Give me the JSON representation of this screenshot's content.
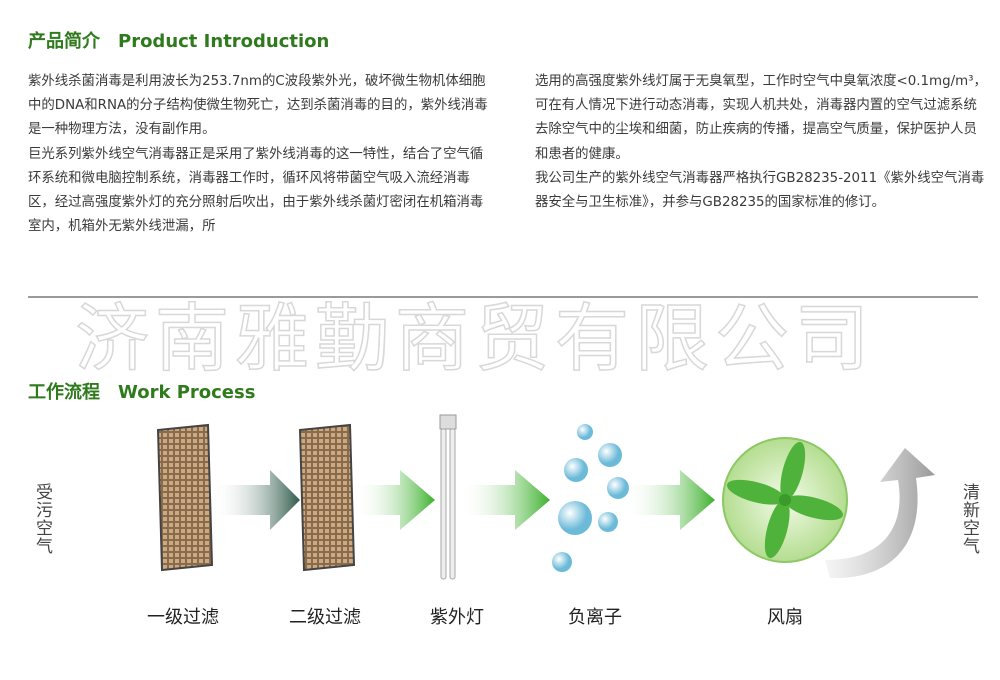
{
  "intro": {
    "title_cn": "产品简介",
    "title_en": "Product Introduction",
    "left_paragraphs": [
      "紫外线杀菌消毒是利用波长为253.7nm的C波段紫外光，破坏微生物机体细胞中的DNA和RNA的分子结构使微生物死亡，达到杀菌消毒的目的，紫外线消毒是一种物理方法，没有副作用。",
      "巨光系列紫外线空气消毒器正是采用了紫外线消毒的这一特性，结合了空气循环系统和微电脑控制系统，消毒器工作时，循环风将带菌空气吸入流经消毒区，经过高强度紫外灯的充分照射后吹出，由于紫外线杀菌灯密闭在机箱消毒室内，机箱外无紫外线泄漏，所"
    ],
    "right_paragraphs": [
      "选用的高强度紫外线灯属于无臭氧型，工作时空气中臭氧浓度<0.1mg/m³，可在有人情况下进行动态消毒，实现人机共处，消毒器内置的空气过滤系统去除空气中的尘埃和细菌，防止疾病的传播，提高空气质量，保护医护人员和患者的健康。",
      "我公司生产的紫外线空气消毒器严格执行GB28235-2011《紫外线空气消毒器安全与卫生标准》，并参与GB28235的国家标准的修订。"
    ]
  },
  "watermark": "济南雅勤商贸有限公司",
  "process": {
    "title_cn": "工作流程",
    "title_en": "Work Process",
    "input_label": "受污空气",
    "output_label": "清新空气",
    "steps": [
      "一级过滤",
      "二级过滤",
      "紫外灯",
      "负离子",
      "风扇"
    ]
  },
  "colors": {
    "heading": "#2f7a1c",
    "arrow_green": "#3cb02c",
    "fan": "#6cc03c"
  }
}
